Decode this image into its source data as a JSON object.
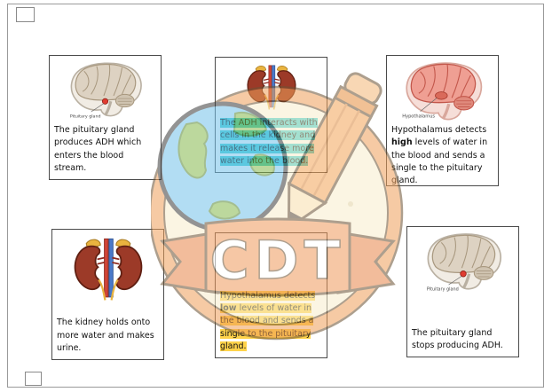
{
  "page": {
    "watermark_letters": "CDT"
  },
  "colors": {
    "cyan_highlight": "#3ecfd4",
    "yellow_highlight": "#ffd34a",
    "watermark_orange": "#ef9b57",
    "pituitary_red": "#e03c31"
  },
  "cards": [
    {
      "name": "pituitary-produces-adh",
      "image": "brain-pituitary-diagram",
      "image_label": "Pituitary gland",
      "text": "The pituitary gland produces ADH which enters the blood stream."
    },
    {
      "name": "adh-kidney-action",
      "image": "kidneys-diagram",
      "text": "The ADH interacts with cells in the kidney and makes it release more water into the blood."
    },
    {
      "name": "hypothalamus-detects-high",
      "image": "brain-hypothalamus-diagram",
      "image_label": "Hypothalamus",
      "text_prefix": "Hypothalamus detects ",
      "text_bold": "high",
      "text_suffix": " levels of water in the blood and sends a single to the pituitary gland."
    },
    {
      "name": "kidney-retains-water",
      "image": "kidneys-diagram",
      "text": "The kidney holds onto more water and makes urine."
    },
    {
      "name": "hypothalamus-detects-low",
      "text_prefix": "Hypothalamus detects ",
      "text_bold": "low",
      "text_suffix": " levels of water in the blood and sends a single to the pituitary gland."
    },
    {
      "name": "pituitary-stops-adh",
      "image": "brain-pituitary-diagram",
      "image_label": "Pituitary gland",
      "text": "The pituitary gland stops producing ADH."
    }
  ]
}
